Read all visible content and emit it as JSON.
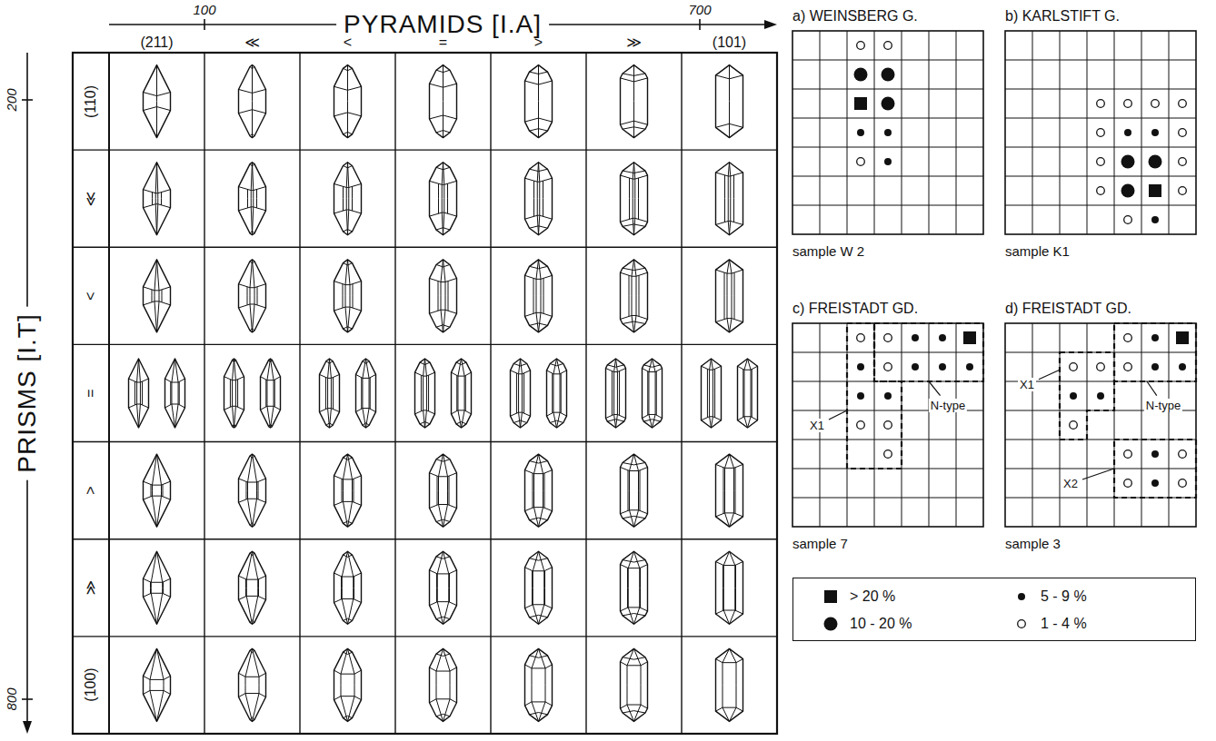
{
  "diagram": {
    "nodes": [
      {
        "text": [
          "a) WEINSBERG G.",
          "sample W 2"
        ]
      },
      {
        "text": [
          "b) KARLSTIFT G.",
          "sample K1"
        ]
      },
      {
        "text": [
          "c) FREISTADT GD.",
          "sample 7"
        ]
      },
      {
        "text": [
          "d) FREISTADT GD.",
          "sample 3"
        ]
      }
    ],
    "labels": [
      "PYRAMIDS [I.A]",
      "100",
      "700",
      "(211)",
      "≪",
      "<",
      "=",
      ">",
      "≫",
      "(101)",
      "PRISMS [I.T]",
      "200",
      "800",
      "(110)",
      "≪",
      "<",
      "=",
      ">",
      "≫",
      "(100)",
      "N-type",
      "X1",
      "X1",
      "N-type",
      "X2"
    ],
    "legend": [
      {
        "text": "> 20 %"
      },
      {
        "text": "10 - 20 %"
      },
      {
        "text": "5 - 9 %"
      },
      {
        "text": "1 - 4 %"
      }
    ]
  }
}
